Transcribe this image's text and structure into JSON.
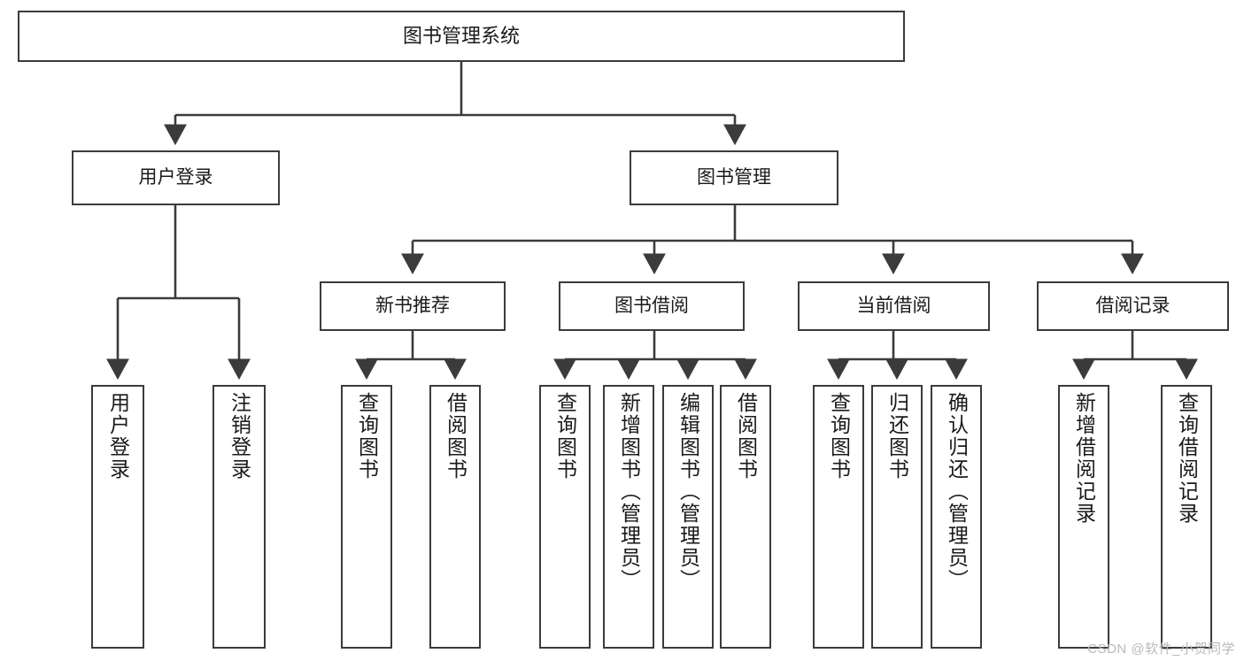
{
  "diagram": {
    "title": "图书管理系统",
    "watermark": "CSDN @软件_小贺同学",
    "style": {
      "border_color": "#3b3b3b",
      "background": "#ffffff",
      "text_color": "#1a1a1a",
      "watermark_color": "#b9b9b9"
    },
    "levels": {
      "root": "图书管理系统",
      "level2": [
        "用户登录",
        "图书管理"
      ],
      "level3": [
        "新书推荐",
        "图书借阅",
        "当前借阅",
        "借阅记录"
      ]
    },
    "nodes": {
      "root": "图书管理系统",
      "user_login": "用户登录",
      "book_manage": "图书管理",
      "new_book_rec": "新书推荐",
      "book_borrow": "图书借阅",
      "current_borrow": "当前借阅",
      "borrow_record": "借阅记录",
      "leaf_user_login": "用户登录",
      "leaf_user_logout": "注销登录",
      "leaf_rec_query_book": "查询图书",
      "leaf_rec_borrow_book": "借阅图书",
      "leaf_borrow_query_book": "查询图书",
      "leaf_borrow_add_book": "新增图书（管理员）",
      "leaf_borrow_edit_book": "编辑图书（管理员）",
      "leaf_borrow_borrow_book": "借阅图书",
      "leaf_cur_query_book": "查询图书",
      "leaf_cur_return_book": "归还图书",
      "leaf_cur_confirm_return": "确认归还（管理员）",
      "leaf_rec_add_record": "新增借阅记录",
      "leaf_rec_query_record": "查询借阅记录"
    },
    "edges": [
      {
        "from": "图书管理系统",
        "to": "用户登录"
      },
      {
        "from": "图书管理系统",
        "to": "图书管理"
      },
      {
        "from": "用户登录",
        "to": "用户登录"
      },
      {
        "from": "用户登录",
        "to": "注销登录"
      },
      {
        "from": "图书管理",
        "to": "新书推荐"
      },
      {
        "from": "图书管理",
        "to": "图书借阅"
      },
      {
        "from": "图书管理",
        "to": "当前借阅"
      },
      {
        "from": "图书管理",
        "to": "借阅记录"
      },
      {
        "from": "新书推荐",
        "to": "查询图书"
      },
      {
        "from": "新书推荐",
        "to": "借阅图书"
      },
      {
        "from": "图书借阅",
        "to": "查询图书"
      },
      {
        "from": "图书借阅",
        "to": "新增图书（管理员）"
      },
      {
        "from": "图书借阅",
        "to": "编辑图书（管理员）"
      },
      {
        "from": "图书借阅",
        "to": "借阅图书"
      },
      {
        "from": "当前借阅",
        "to": "查询图书"
      },
      {
        "from": "当前借阅",
        "to": "归还图书"
      },
      {
        "from": "当前借阅",
        "to": "确认归还（管理员）"
      },
      {
        "from": "借阅记录",
        "to": "新增借阅记录"
      },
      {
        "from": "借阅记录",
        "to": "查询借阅记录"
      }
    ]
  }
}
